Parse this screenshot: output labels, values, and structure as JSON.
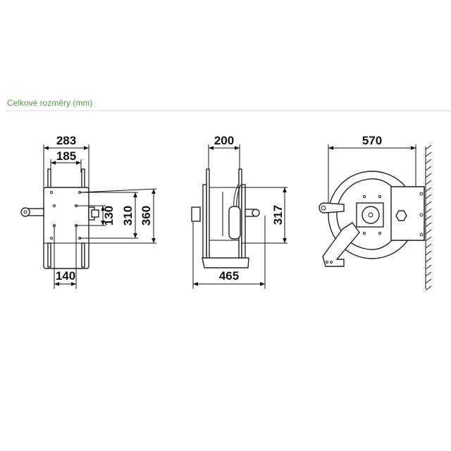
{
  "header": {
    "title": "Celkové rozměry (mm)"
  },
  "views": {
    "front": {
      "width_overall": "283",
      "width_inner": "185",
      "base_width": "140",
      "hole_spacing": "130",
      "mount_height": "310",
      "height_overall": "360"
    },
    "side": {
      "drum_width": "200",
      "depth_overall": "465",
      "height": "317"
    },
    "wall": {
      "length_overall": "570"
    }
  },
  "colors": {
    "header": "#4e9a47",
    "line": "#111111"
  }
}
